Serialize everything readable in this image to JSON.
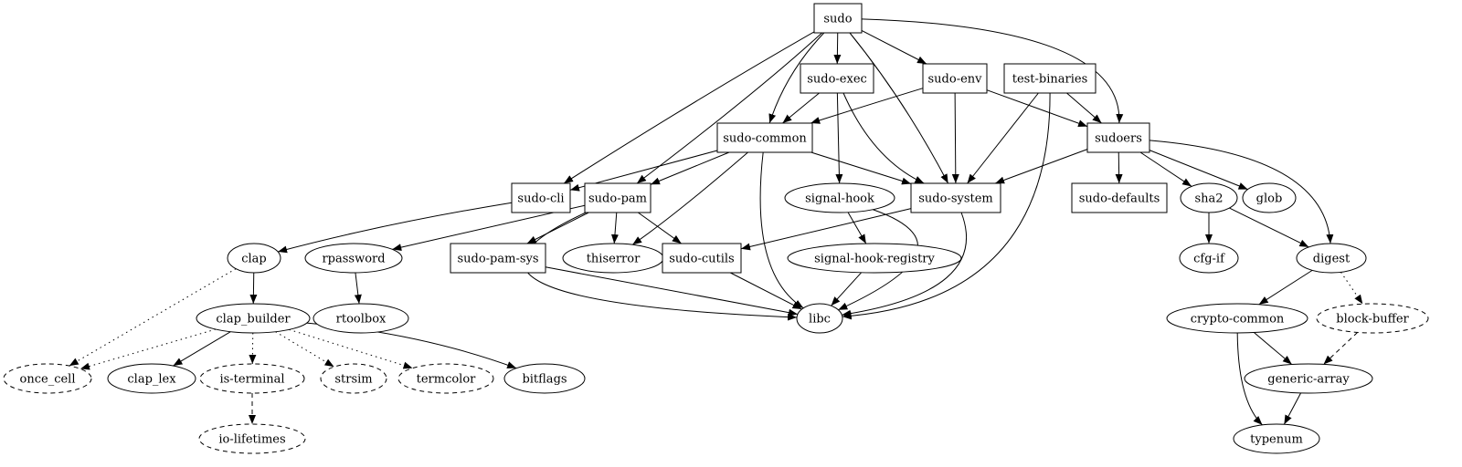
{
  "nodes": [
    {
      "id": "sudo",
      "label": "sudo",
      "shape": "box"
    },
    {
      "id": "sudo-exec",
      "label": "sudo-exec",
      "shape": "box"
    },
    {
      "id": "sudo-env",
      "label": "sudo-env",
      "shape": "box"
    },
    {
      "id": "test-binaries",
      "label": "test-binaries",
      "shape": "box"
    },
    {
      "id": "sudo-common",
      "label": "sudo-common",
      "shape": "box"
    },
    {
      "id": "sudoers",
      "label": "sudoers",
      "shape": "box"
    },
    {
      "id": "sudo-cli",
      "label": "sudo-cli",
      "shape": "box"
    },
    {
      "id": "sudo-pam",
      "label": "sudo-pam",
      "shape": "box"
    },
    {
      "id": "signal-hook",
      "label": "signal-hook",
      "shape": "ellipse"
    },
    {
      "id": "sudo-system",
      "label": "sudo-system",
      "shape": "box"
    },
    {
      "id": "sudo-defaults",
      "label": "sudo-defaults",
      "shape": "box"
    },
    {
      "id": "sha2",
      "label": "sha2",
      "shape": "ellipse"
    },
    {
      "id": "glob",
      "label": "glob",
      "shape": "ellipse"
    },
    {
      "id": "clap",
      "label": "clap",
      "shape": "ellipse"
    },
    {
      "id": "rpassword",
      "label": "rpassword",
      "shape": "ellipse"
    },
    {
      "id": "sudo-pam-sys",
      "label": "sudo-pam-sys",
      "shape": "box"
    },
    {
      "id": "thiserror",
      "label": "thiserror",
      "shape": "ellipse"
    },
    {
      "id": "sudo-cutils",
      "label": "sudo-cutils",
      "shape": "box"
    },
    {
      "id": "signal-hook-registry",
      "label": "signal-hook-registry",
      "shape": "ellipse"
    },
    {
      "id": "cfg-if",
      "label": "cfg-if",
      "shape": "ellipse"
    },
    {
      "id": "digest",
      "label": "digest",
      "shape": "ellipse"
    },
    {
      "id": "clap_builder",
      "label": "clap_builder",
      "shape": "ellipse"
    },
    {
      "id": "rtoolbox",
      "label": "rtoolbox",
      "shape": "ellipse"
    },
    {
      "id": "libc",
      "label": "libc",
      "shape": "ellipse"
    },
    {
      "id": "crypto-common",
      "label": "crypto-common",
      "shape": "ellipse"
    },
    {
      "id": "block-buffer",
      "label": "block-buffer",
      "shape": "ellipse",
      "style": "dashed"
    },
    {
      "id": "once_cell",
      "label": "once_cell",
      "shape": "ellipse",
      "style": "dashed"
    },
    {
      "id": "clap_lex",
      "label": "clap_lex",
      "shape": "ellipse"
    },
    {
      "id": "is-terminal",
      "label": "is-terminal",
      "shape": "ellipse",
      "style": "dashed"
    },
    {
      "id": "strsim",
      "label": "strsim",
      "shape": "ellipse",
      "style": "dashed"
    },
    {
      "id": "termcolor",
      "label": "termcolor",
      "shape": "ellipse",
      "style": "dashed"
    },
    {
      "id": "bitflags",
      "label": "bitflags",
      "shape": "ellipse"
    },
    {
      "id": "generic-array",
      "label": "generic-array",
      "shape": "ellipse"
    },
    {
      "id": "io-lifetimes",
      "label": "io-lifetimes",
      "shape": "ellipse",
      "style": "dashed"
    },
    {
      "id": "typenum",
      "label": "typenum",
      "shape": "ellipse"
    }
  ],
  "edges": [
    [
      "sudo",
      "sudo-exec",
      "solid"
    ],
    [
      "sudo",
      "sudo-env",
      "solid"
    ],
    [
      "sudo",
      "sudo-common",
      "solid"
    ],
    [
      "sudo",
      "sudo-cli",
      "solid"
    ],
    [
      "sudo",
      "sudo-pam",
      "solid"
    ],
    [
      "sudo",
      "sudo-system",
      "solid"
    ],
    [
      "sudo",
      "sudoers",
      "solid"
    ],
    [
      "sudo-exec",
      "sudo-common",
      "solid"
    ],
    [
      "sudo-exec",
      "signal-hook",
      "solid"
    ],
    [
      "sudo-exec",
      "sudo-system",
      "solid"
    ],
    [
      "sudo-env",
      "sudo-common",
      "solid"
    ],
    [
      "sudo-env",
      "sudo-system",
      "solid"
    ],
    [
      "sudo-env",
      "sudoers",
      "solid"
    ],
    [
      "test-binaries",
      "sudo-system",
      "solid"
    ],
    [
      "test-binaries",
      "sudoers",
      "solid"
    ],
    [
      "test-binaries",
      "libc",
      "solid"
    ],
    [
      "sudo-common",
      "sudo-cli",
      "solid"
    ],
    [
      "sudo-common",
      "sudo-pam",
      "solid"
    ],
    [
      "sudo-common",
      "sudo-system",
      "solid"
    ],
    [
      "sudo-common",
      "thiserror",
      "solid"
    ],
    [
      "sudo-common",
      "libc",
      "solid"
    ],
    [
      "sudoers",
      "sudo-system",
      "solid"
    ],
    [
      "sudoers",
      "sudo-defaults",
      "solid"
    ],
    [
      "sudoers",
      "sha2",
      "solid"
    ],
    [
      "sudoers",
      "glob",
      "solid"
    ],
    [
      "sudoers",
      "digest",
      "solid"
    ],
    [
      "sudo-cli",
      "clap",
      "solid"
    ],
    [
      "sudo-pam",
      "rpassword",
      "solid"
    ],
    [
      "sudo-pam",
      "sudo-pam-sys",
      "solid"
    ],
    [
      "sudo-pam",
      "thiserror",
      "solid"
    ],
    [
      "sudo-pam",
      "sudo-cutils",
      "solid"
    ],
    [
      "sudo-pam",
      "libc",
      "solid"
    ],
    [
      "signal-hook",
      "signal-hook-registry",
      "solid"
    ],
    [
      "signal-hook",
      "libc",
      "solid"
    ],
    [
      "sudo-system",
      "sudo-cutils",
      "solid"
    ],
    [
      "sudo-system",
      "libc",
      "solid"
    ],
    [
      "sha2",
      "cfg-if",
      "solid"
    ],
    [
      "sha2",
      "digest",
      "solid"
    ],
    [
      "clap",
      "clap_builder",
      "solid"
    ],
    [
      "clap",
      "once_cell",
      "dotted"
    ],
    [
      "rpassword",
      "rtoolbox",
      "solid"
    ],
    [
      "sudo-pam-sys",
      "libc",
      "solid"
    ],
    [
      "sudo-cutils",
      "libc",
      "solid"
    ],
    [
      "signal-hook-registry",
      "libc",
      "solid"
    ],
    [
      "digest",
      "crypto-common",
      "solid"
    ],
    [
      "digest",
      "block-buffer",
      "dotted"
    ],
    [
      "clap_builder",
      "once_cell",
      "dotted"
    ],
    [
      "clap_builder",
      "clap_lex",
      "solid"
    ],
    [
      "clap_builder",
      "is-terminal",
      "dotted"
    ],
    [
      "clap_builder",
      "strsim",
      "dotted"
    ],
    [
      "clap_builder",
      "termcolor",
      "dotted"
    ],
    [
      "clap_builder",
      "bitflags",
      "solid"
    ],
    [
      "is-terminal",
      "io-lifetimes",
      "dashed"
    ],
    [
      "crypto-common",
      "generic-array",
      "solid"
    ],
    [
      "crypto-common",
      "typenum",
      "solid"
    ],
    [
      "block-buffer",
      "generic-array",
      "dashed"
    ],
    [
      "generic-array",
      "typenum",
      "solid"
    ]
  ]
}
